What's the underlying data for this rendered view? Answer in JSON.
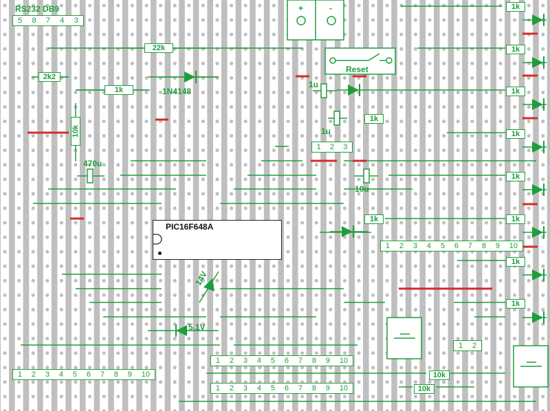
{
  "labels": {
    "db9_title": "RS232 DB9",
    "db9_pins": [
      "5",
      "8",
      "7",
      "4",
      "3"
    ],
    "r22k": "22k",
    "r2k2": "2k2",
    "r1k_left": "1k",
    "r10k_vert": "10k",
    "diode_1n4148": "1N4148",
    "cap_470u": "470u",
    "cap_1u_a": "1u",
    "cap_1u_b": "1u",
    "cap_10u": "10u",
    "reset": "Reset",
    "ic_name": "PIC16F648A",
    "zener_14v": "14V",
    "zener_5v1": "5.1V",
    "power_plus": "+",
    "power_minus": "-",
    "r1k_mid_a": "1k",
    "r1k_mid_b": "1k",
    "r1k_right": [
      "1k",
      "1k",
      "1k",
      "1k",
      "1k",
      "1k",
      "1k",
      "1k"
    ],
    "r10k_bottom_a": "10k",
    "r10k_bottom_b": "10k"
  },
  "headers": {
    "h123": [
      "1",
      "2",
      "3"
    ],
    "h12": [
      "1",
      "2"
    ],
    "h10_right": [
      "1",
      "2",
      "3",
      "4",
      "5",
      "6",
      "7",
      "8",
      "9",
      "10"
    ],
    "h10_bottom_left": [
      "1",
      "2",
      "3",
      "4",
      "5",
      "6",
      "7",
      "8",
      "9",
      "10"
    ],
    "h10_bottom_mid_a": [
      "1",
      "2",
      "3",
      "4",
      "5",
      "6",
      "7",
      "8",
      "9",
      "10"
    ],
    "h10_bottom_mid_b": [
      "1",
      "2",
      "3",
      "4",
      "5",
      "6",
      "7",
      "8",
      "9",
      "10"
    ]
  },
  "colors": {
    "board": "#bfbfbf",
    "strip": "#ffffff",
    "component": "#1e9e3a",
    "cut": "#d42a2a",
    "ic_outline": "#222222"
  }
}
